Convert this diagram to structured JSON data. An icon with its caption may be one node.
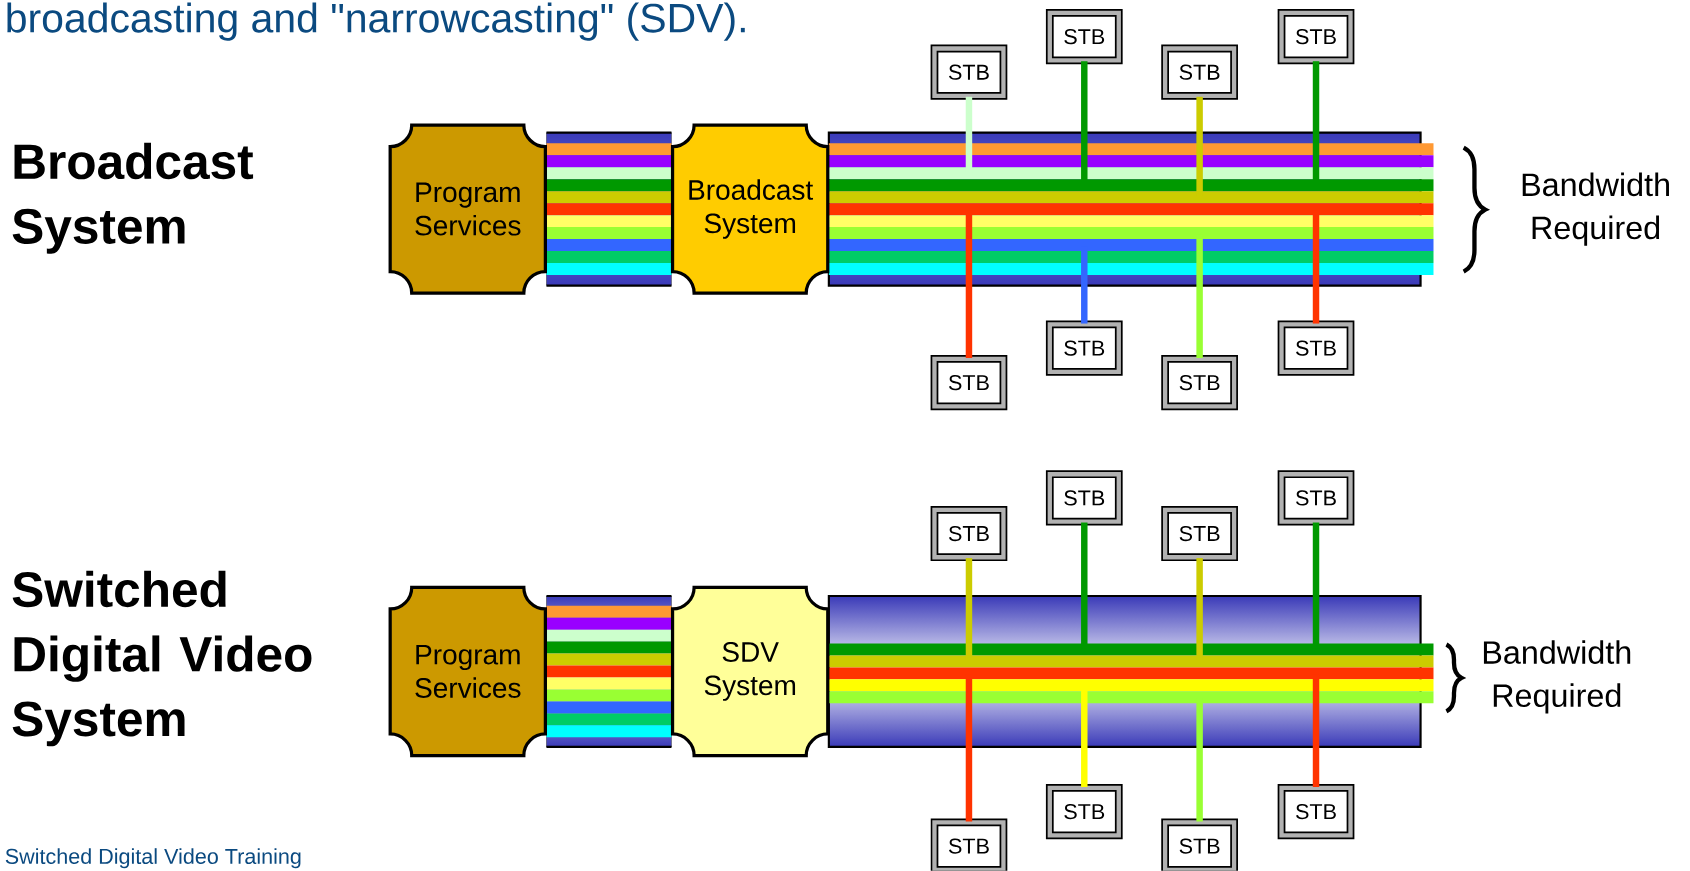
{
  "diagram": {
    "nodes": [
      {
        "text": [],
        "shape": "bar"
      },
      {
        "text": [
          "Program Services"
        ]
      },
      {
        "text": [
          "Broadcast System"
        ]
      },
      {
        "text": [
          "STB"
        ]
      },
      {
        "text": [
          "STB"
        ]
      },
      {
        "text": [
          "STB"
        ]
      },
      {
        "text": [
          "STB"
        ]
      },
      {
        "text": [
          "STB"
        ]
      },
      {
        "text": [
          "STB"
        ]
      },
      {
        "text": [
          "STB"
        ]
      },
      {
        "text": [
          "STB"
        ]
      },
      {
        "text": [],
        "shape": "bar"
      },
      {
        "text": [
          "Program Services"
        ]
      },
      {
        "text": [
          "SDV System"
        ]
      },
      {
        "text": [
          "STB"
        ]
      },
      {
        "text": [
          "STB"
        ]
      },
      {
        "text": [
          "STB"
        ]
      },
      {
        "text": [
          "STB"
        ]
      },
      {
        "text": [
          "STB"
        ]
      },
      {
        "text": [
          "STB"
        ]
      },
      {
        "text": [
          "STB"
        ]
      },
      {
        "text": [
          "STB"
        ]
      }
    ],
    "edges": [
      {
        "from": 0,
        "to": 3,
        "arrow": "none",
        "color": "#ccffcc"
      },
      {
        "from": 0,
        "to": 4,
        "arrow": "none",
        "color": "#009900"
      },
      {
        "from": 0,
        "to": 5,
        "arrow": "none",
        "color": "#cccc00"
      },
      {
        "from": 0,
        "to": 6,
        "arrow": "none",
        "color": "#009900"
      },
      {
        "from": 0,
        "to": 7,
        "arrow": "none",
        "color": "#ff3300"
      },
      {
        "from": 0,
        "to": 8,
        "arrow": "none",
        "color": "#3366ff"
      },
      {
        "from": 0,
        "to": 9,
        "arrow": "none",
        "color": "#99ff33"
      },
      {
        "from": 0,
        "to": 10,
        "arrow": "none",
        "color": "#ff3300"
      },
      {
        "from": 11,
        "to": 14,
        "arrow": "none",
        "color": "#cccc00"
      },
      {
        "from": 11,
        "to": 15,
        "arrow": "none",
        "color": "#009900"
      },
      {
        "from": 11,
        "to": 16,
        "arrow": "none",
        "color": "#cccc00"
      },
      {
        "from": 11,
        "to": 17,
        "arrow": "none",
        "color": "#009900"
      },
      {
        "from": 11,
        "to": 18,
        "arrow": "none",
        "color": "#ff3300"
      },
      {
        "from": 11,
        "to": 19,
        "arrow": "none",
        "color": "#ffff00"
      },
      {
        "from": 11,
        "to": 20,
        "arrow": "none",
        "color": "#99ff33"
      },
      {
        "from": 11,
        "to": 21,
        "arrow": "none",
        "color": "#ff3300"
      }
    ],
    "labels": [
      "broadcasting and \"narrowcasting\" (SDV).",
      "Broadcast System",
      "Bandwidth Required",
      "Switched Digital Video System",
      "Bandwidth Required",
      "Switched Digital Video Training"
    ]
  }
}
